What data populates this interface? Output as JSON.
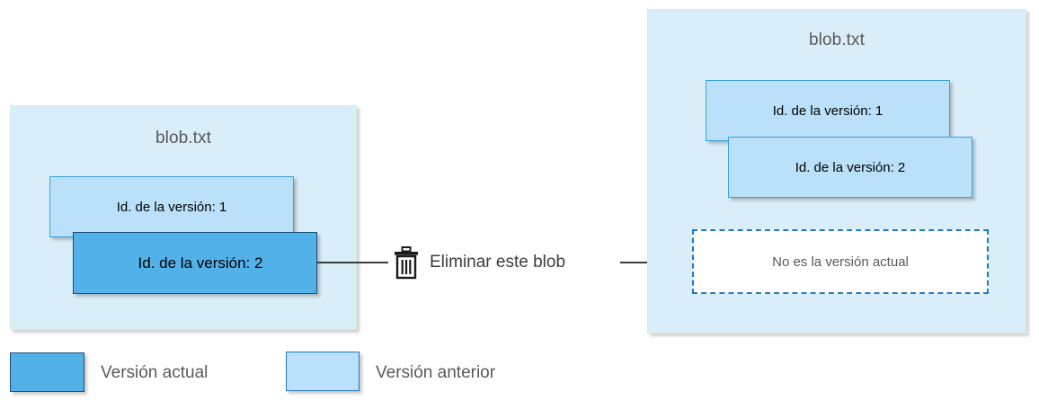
{
  "diagram": {
    "type": "blob-versioning-delete-illustration",
    "accent_blue": "#53b1ea",
    "light_blue": "#bbe0fa",
    "container_blue": "#daeef9",
    "dashed_border_blue": "#1f78c1",
    "text_gray": "#595959"
  },
  "left_blob": {
    "title": "blob.txt",
    "versions": [
      {
        "label": "Id. de la versión: 1",
        "state": "previous"
      },
      {
        "label": "Id. de la versión: 2",
        "state": "current"
      }
    ]
  },
  "right_blob": {
    "title": "blob.txt",
    "versions": [
      {
        "label": "Id. de la versión: 1",
        "state": "previous"
      },
      {
        "label": "Id. de la versión: 2",
        "state": "previous"
      }
    ],
    "placeholder": "No es la versión actual"
  },
  "action": {
    "icon": "trash-icon",
    "label": "Eliminar este blob"
  },
  "legend": [
    {
      "label": "Versión actual",
      "swatch": "#53b1ea",
      "state": "current"
    },
    {
      "label": "Versión anterior",
      "swatch": "#bbe0fa",
      "state": "previous"
    }
  ]
}
